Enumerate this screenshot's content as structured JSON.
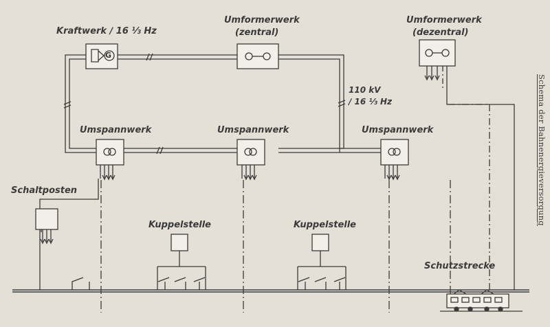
{
  "side_title": "Schema der Bahnenergieversorgung",
  "labels": {
    "kraftwerk": "Kraftwerk ∕ 16 ⅓ Hz",
    "umformer_zentral_1": "Umformerwerk",
    "umformer_zentral_2": "(zentral)",
    "umformer_dezentral_1": "Umformerwerk",
    "umformer_dezentral_2": "(dezentral)",
    "voltage_1": "110 kV",
    "voltage_2": "∕ 16 ⅓ Hz",
    "umspannwerk_1": "Umspannwerk",
    "umspannwerk_2": "Umspannwerk",
    "umspannwerk_3": "Umspannwerk",
    "schaltposten": "Schaltposten",
    "kuppelstelle_1": "Kuppelstelle",
    "kuppelstelle_2": "Kuppelstelle",
    "schutzstrecke": "Schutzstrecke"
  },
  "generator_symbol": "G",
  "colors": {
    "ink": "#3a3a3a",
    "paper": "#e4e0d8",
    "box": "#f2efe8"
  }
}
